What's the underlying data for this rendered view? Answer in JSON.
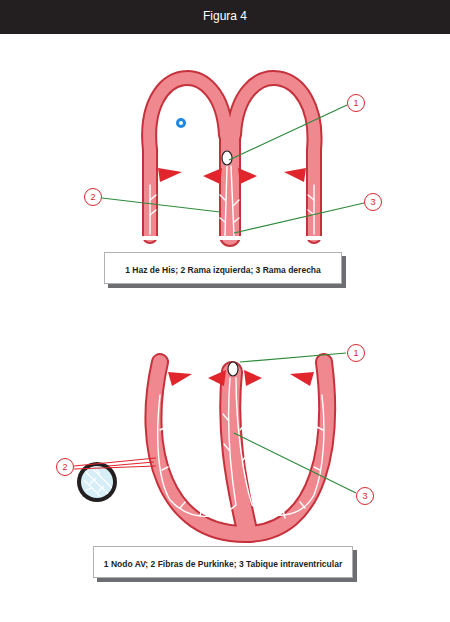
{
  "diagram": {
    "title": "Figura 4",
    "nodes": [
      {
        "text": [
          "1"
        ]
      },
      {
        "text": [
          "2"
        ]
      },
      {
        "text": [
          "3"
        ]
      },
      {
        "text": [
          "1 Haz de His; 2 Rama izquierda; 3 Rama derecha"
        ]
      },
      {
        "text": [
          "1"
        ]
      },
      {
        "text": [
          "2"
        ]
      },
      {
        "text": [
          "3"
        ]
      },
      {
        "text": [
          "1 Nodo AV; 2 Fibras de Purkinke; 3 Tabique intraventricular"
        ]
      }
    ]
  }
}
